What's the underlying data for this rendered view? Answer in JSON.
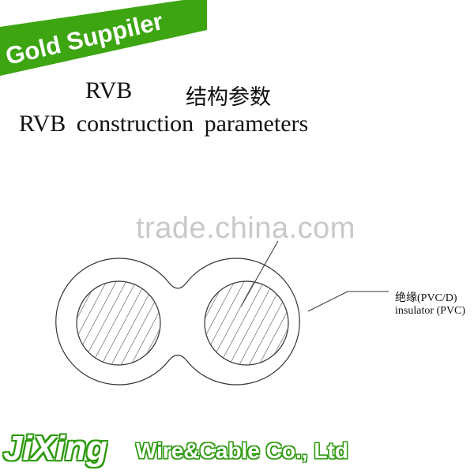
{
  "badge": {
    "text": "Gold Suppiler",
    "color": "#3da512"
  },
  "title": {
    "model": "RVB",
    "zh": "结构参数",
    "en": "RVB  construction  parameters"
  },
  "watermark": "trade.china.com",
  "callout": {
    "zh": "绝缘(PVC/D)",
    "en": "insulator (PVC)"
  },
  "footer": {
    "brand": "JiXing",
    "tagline": "Wire&Cable Co., Ltd",
    "color": "#2e9a10"
  }
}
